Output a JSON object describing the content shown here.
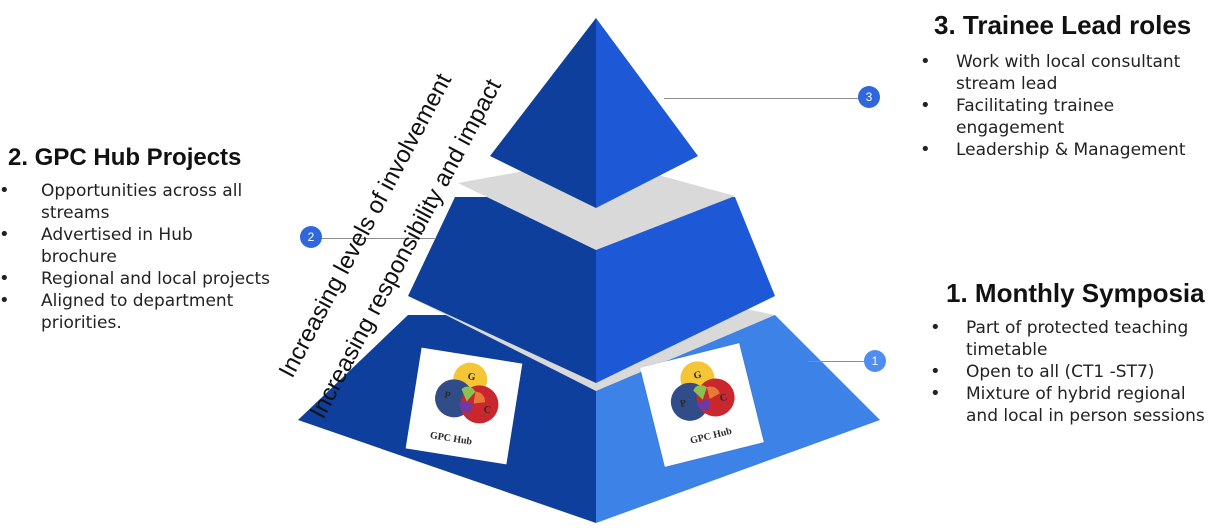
{
  "colors": {
    "dark_blue": "#0f3f9c",
    "mid_blue": "#1d58d6",
    "light_blue": "#3d82e6",
    "separator_gray": "#d9d9d9",
    "connector_gray": "#8d8d8d",
    "marker_blue": "#2f68dd",
    "logo_yellow": "#f4c534",
    "logo_orange": "#e77a37",
    "logo_red": "#c9272d",
    "logo_purple": "#6c3aa8",
    "logo_green": "#8cc152",
    "logo_navy": "#304d8a"
  },
  "diagram": {
    "axis_labels": {
      "outer": "Increasing levels of involvement",
      "inner": "Increasing responsibility and impact"
    },
    "markers": [
      "3",
      "2",
      "1"
    ],
    "logos": [
      {
        "icon": "gpc-hub-logo-icon",
        "letters": [
          "G",
          "P",
          "C"
        ],
        "caption": "GPC Hub"
      },
      {
        "icon": "gpc-hub-logo-icon",
        "letters": [
          "G",
          "P",
          "C"
        ],
        "caption": "GPC Hub"
      }
    ]
  },
  "sections": {
    "gpc_hub_projects": {
      "title": "2. GPC Hub Projects",
      "items": [
        "Opportunities across all streams",
        "Advertised in Hub brochure",
        "Regional and local projects",
        "Aligned to department priorities."
      ]
    },
    "trainee_lead_roles": {
      "title": "3. Trainee Lead roles",
      "items": [
        "Work with local consultant stream lead",
        "Facilitating trainee engagement",
        "Leadership & Management"
      ]
    },
    "monthly_symposia": {
      "title": "1. Monthly Symposia",
      "items": [
        "Part of protected teaching timetable",
        "Open to all (CT1 -ST7)",
        "Mixture of hybrid regional and local in person sessions"
      ]
    }
  }
}
